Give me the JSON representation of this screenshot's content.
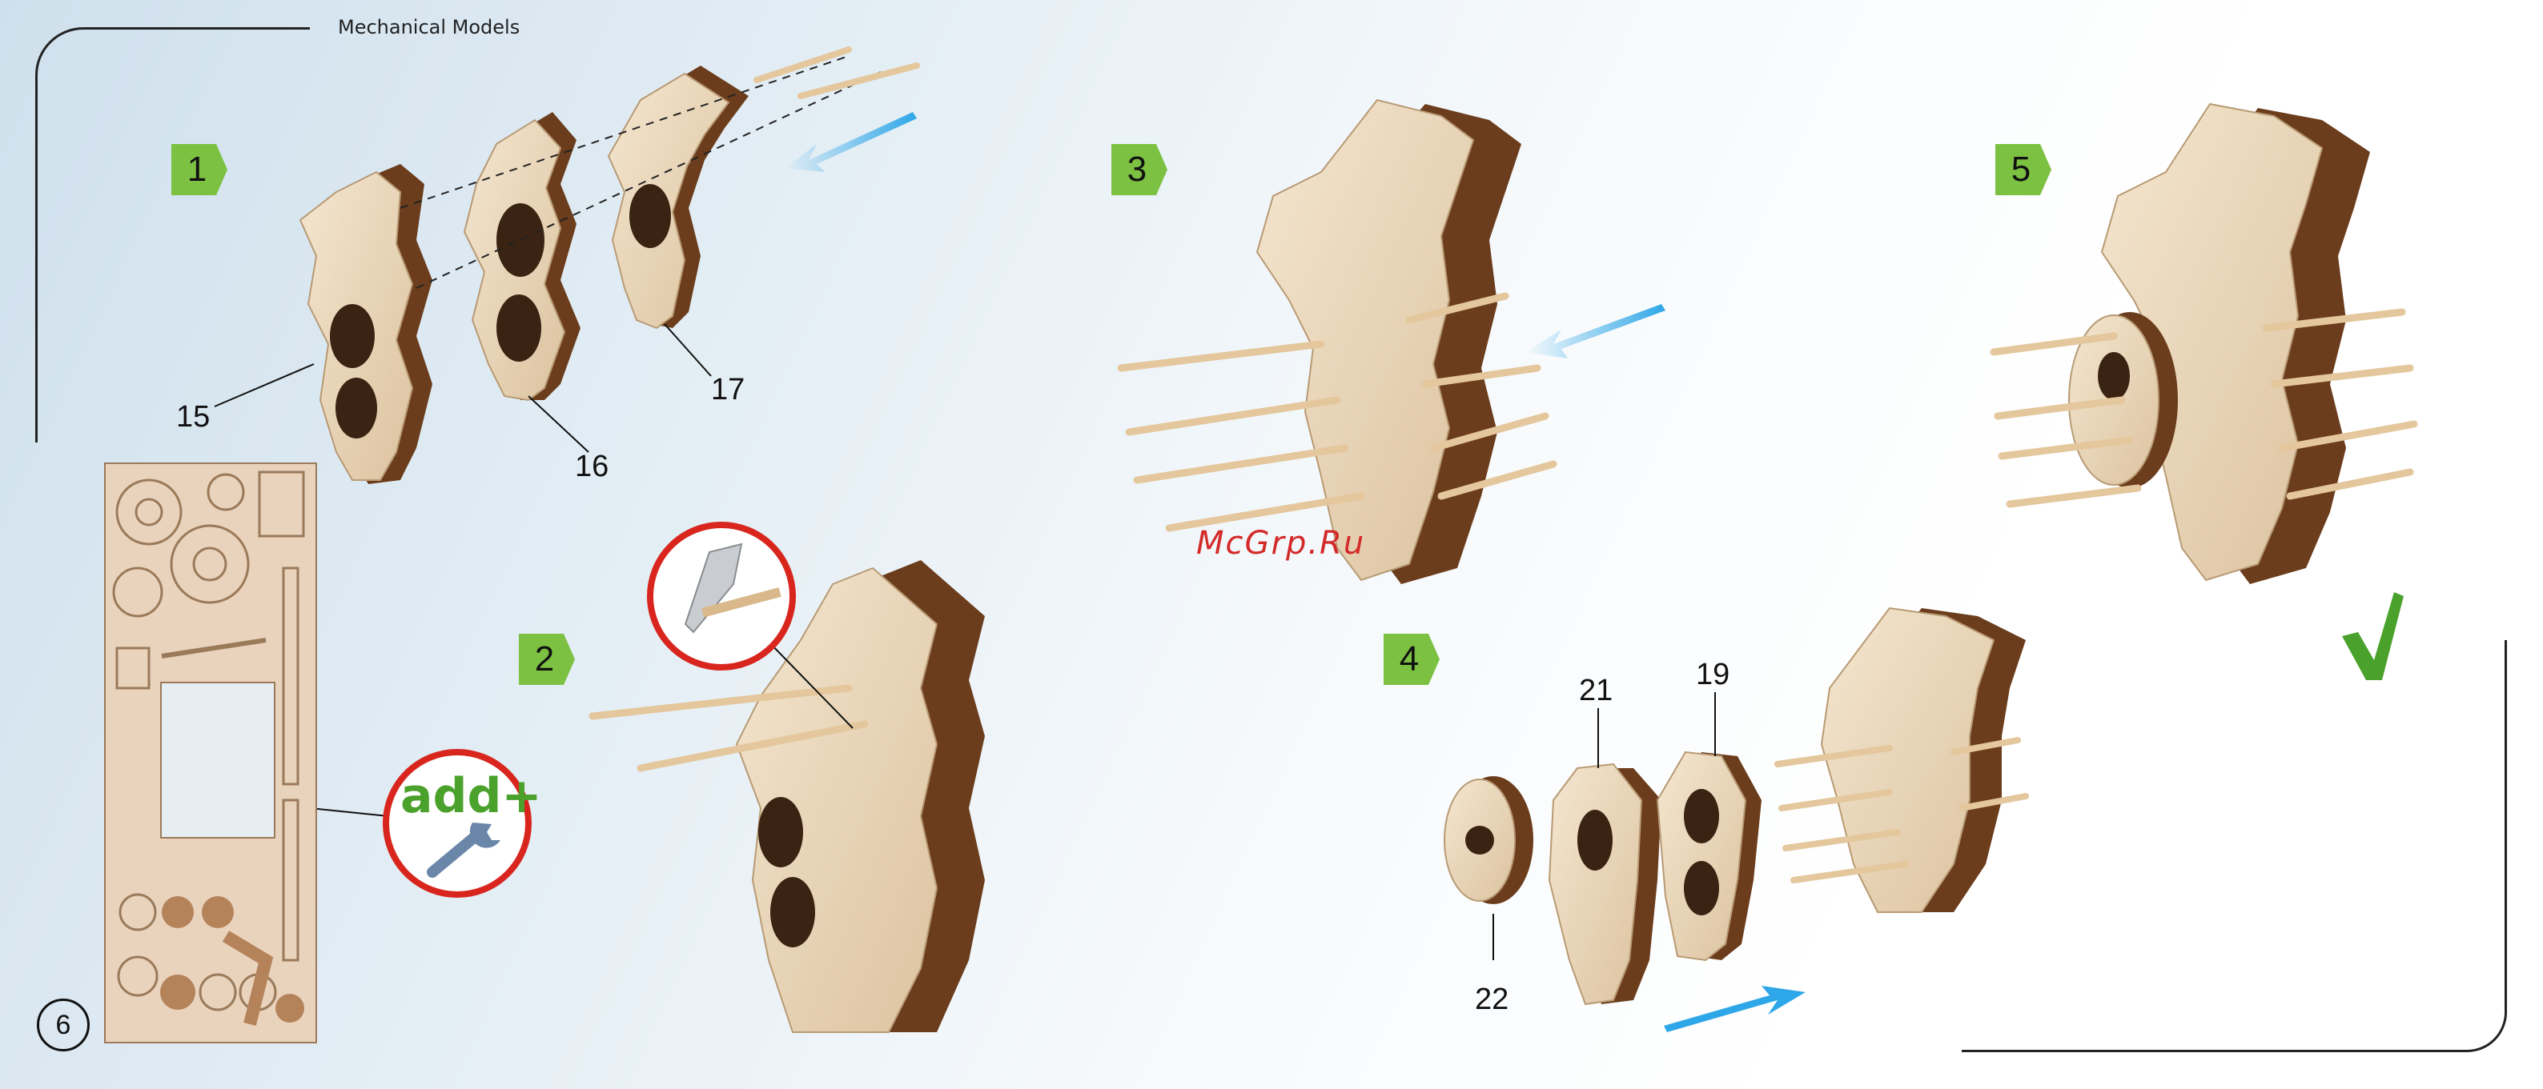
{
  "header": {
    "title": "Mechanical Models"
  },
  "page": {
    "number": "6"
  },
  "steps": [
    {
      "label": "1"
    },
    {
      "label": "2"
    },
    {
      "label": "3"
    },
    {
      "label": "4"
    },
    {
      "label": "5"
    }
  ],
  "parts": {
    "p15": "15",
    "p16": "16",
    "p17": "17",
    "p21": "21",
    "p19": "19",
    "p22": "22"
  },
  "addon": {
    "text": "add+"
  },
  "watermark": {
    "text": "McGrp.Ru"
  },
  "colors": {
    "badge_green": "#7cc142",
    "arrow_blue": "#2ea7e8",
    "wood_light": "#ecd9bf",
    "wood_dark": "#6b3d1c",
    "check_green": "#4aa12c",
    "circle_red": "#d8261e"
  },
  "icons": [
    "step-badge-arrow",
    "blue-direction-arrow",
    "wrench-icon",
    "knife-icon",
    "checkmark-icon"
  ]
}
